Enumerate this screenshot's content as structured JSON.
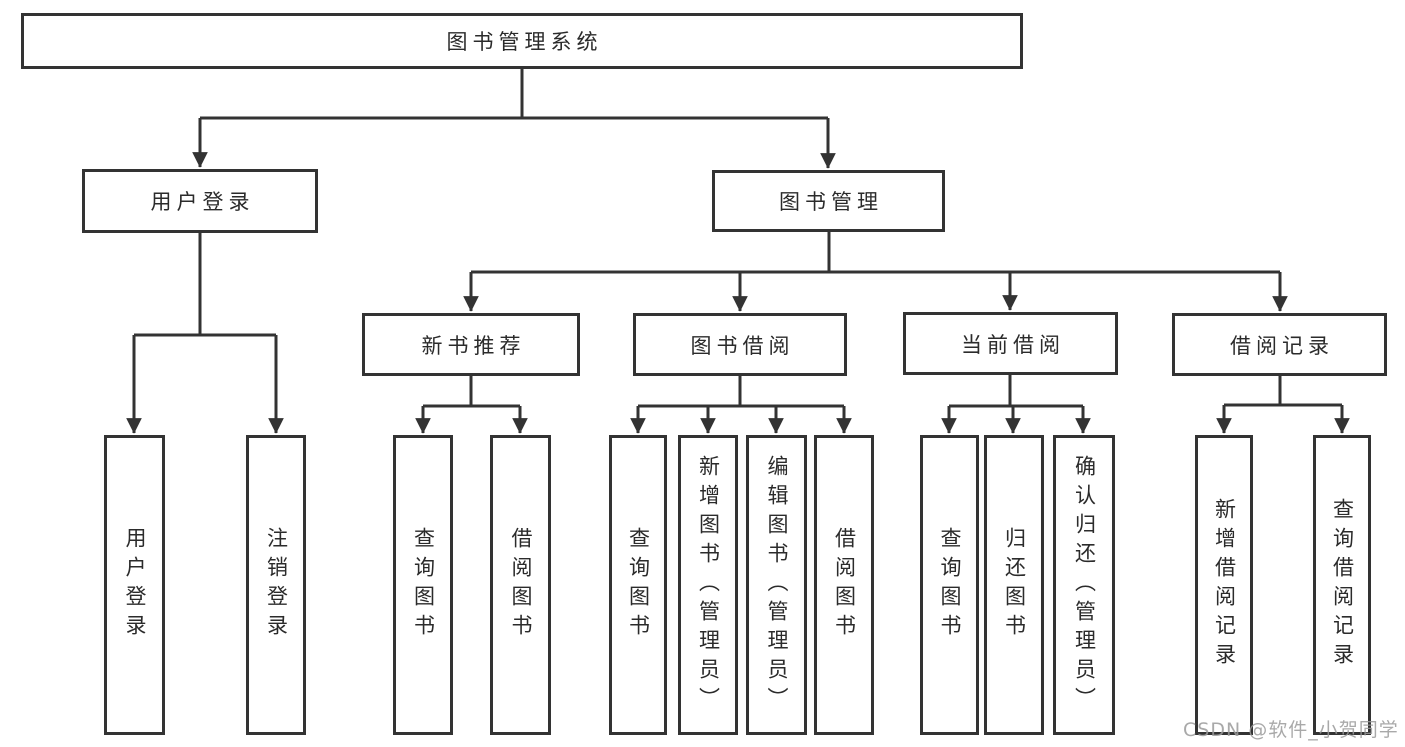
{
  "diagram": {
    "root_label": "图书管理系统",
    "branches": [
      {
        "label": "用户登录",
        "children": [
          {
            "label": "用户登录"
          },
          {
            "label": "注销登录"
          }
        ]
      },
      {
        "label": "图书管理",
        "children": [
          {
            "label": "新书推荐",
            "children": [
              {
                "label": "查询图书"
              },
              {
                "label": "借阅图书"
              }
            ]
          },
          {
            "label": "图书借阅",
            "children": [
              {
                "label": "查询图书"
              },
              {
                "label": "新增图书（管理员）"
              },
              {
                "label": "编辑图书（管理员）"
              },
              {
                "label": "借阅图书"
              }
            ]
          },
          {
            "label": "当前借阅",
            "children": [
              {
                "label": "查询图书"
              },
              {
                "label": "归还图书"
              },
              {
                "label": "确认归还（管理员）"
              }
            ]
          },
          {
            "label": "借阅记录",
            "children": [
              {
                "label": "新增借阅记录"
              },
              {
                "label": "查询借阅记录"
              }
            ]
          }
        ]
      }
    ]
  },
  "watermark": {
    "text": "CSDN @软件_小贺同学"
  },
  "colors": {
    "line": "#333333",
    "box_border": "#333333",
    "text": "#2b2b2b",
    "watermark": "#9b9b9b",
    "background": "#ffffff"
  }
}
